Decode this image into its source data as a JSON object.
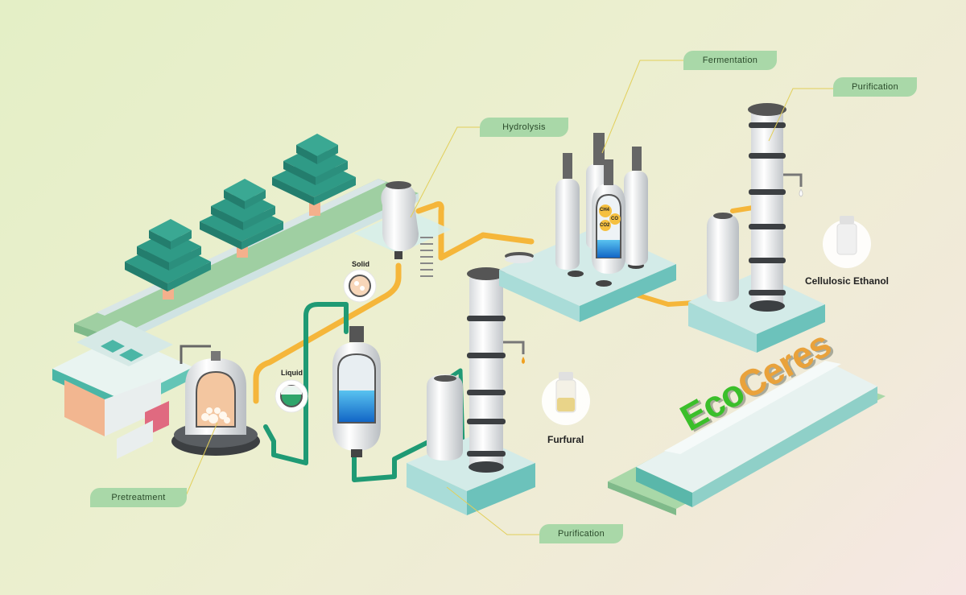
{
  "stages": {
    "pretreatment": "Pretreatment",
    "hydrolysis": "Hydrolysis",
    "fermentation": "Fermentation",
    "purification_top": "Purification",
    "purification_bottom": "Purification"
  },
  "streams": {
    "solid": "Solid",
    "liquid": "Liquid"
  },
  "products": {
    "cellulosic_ethanol": "Cellulosic Ethanol",
    "furfural": "Furfural"
  },
  "fermenter_labels": {
    "ch4": "CH4",
    "co": "CO",
    "co2": "CO2"
  },
  "brand": {
    "part1": "Eco",
    "part2": "Ceres",
    "color1": "#3bbf2a",
    "color2": "#e9a23b"
  },
  "colors": {
    "pipe_orange": "#f5b63a",
    "pipe_green": "#1f9a74",
    "tag_bg": "#a9d8a8",
    "liquid_blue": "#1e88d8"
  }
}
